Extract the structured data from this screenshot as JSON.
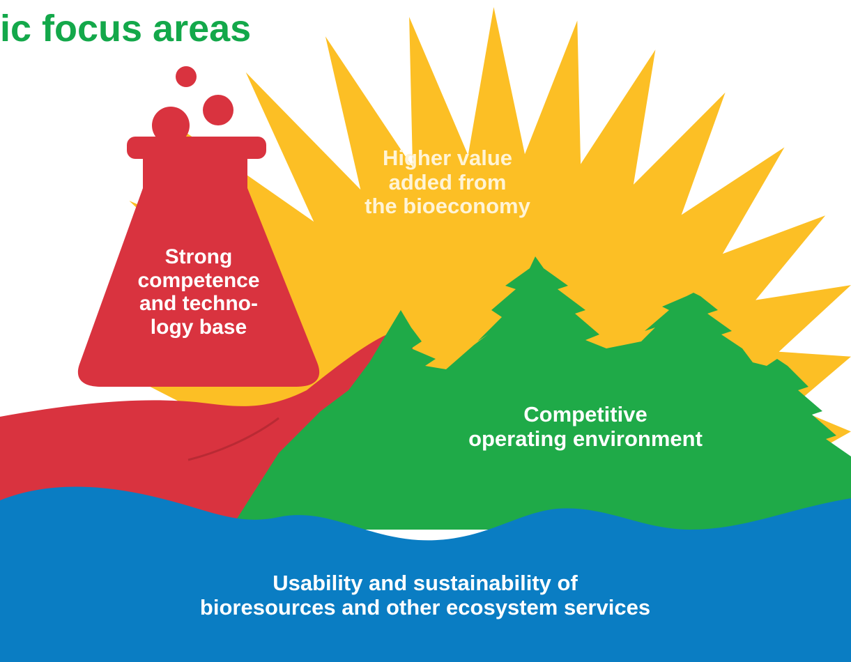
{
  "title": "ic focus areas",
  "colors": {
    "title": "#13a84a",
    "sun": "#fcbf25",
    "flask": "#d9333f",
    "forest": "#1faa48",
    "water": "#0a7dc3",
    "label_on_sun": "#fff4d6",
    "label": "#ffffff"
  },
  "areas": {
    "sun": {
      "icon": "sun-icon",
      "label": "Higher value\nadded from\nthe bioeconomy"
    },
    "flask": {
      "icon": "flask-icon",
      "label": "Strong\ncompetence\nand techno-\nlogy base"
    },
    "forest": {
      "icon": "forest-icon",
      "label": "Competitive\noperating environment"
    },
    "water": {
      "icon": "water-icon",
      "label": "Usability and sustainability of\nbioresources and other ecosystem services"
    }
  }
}
